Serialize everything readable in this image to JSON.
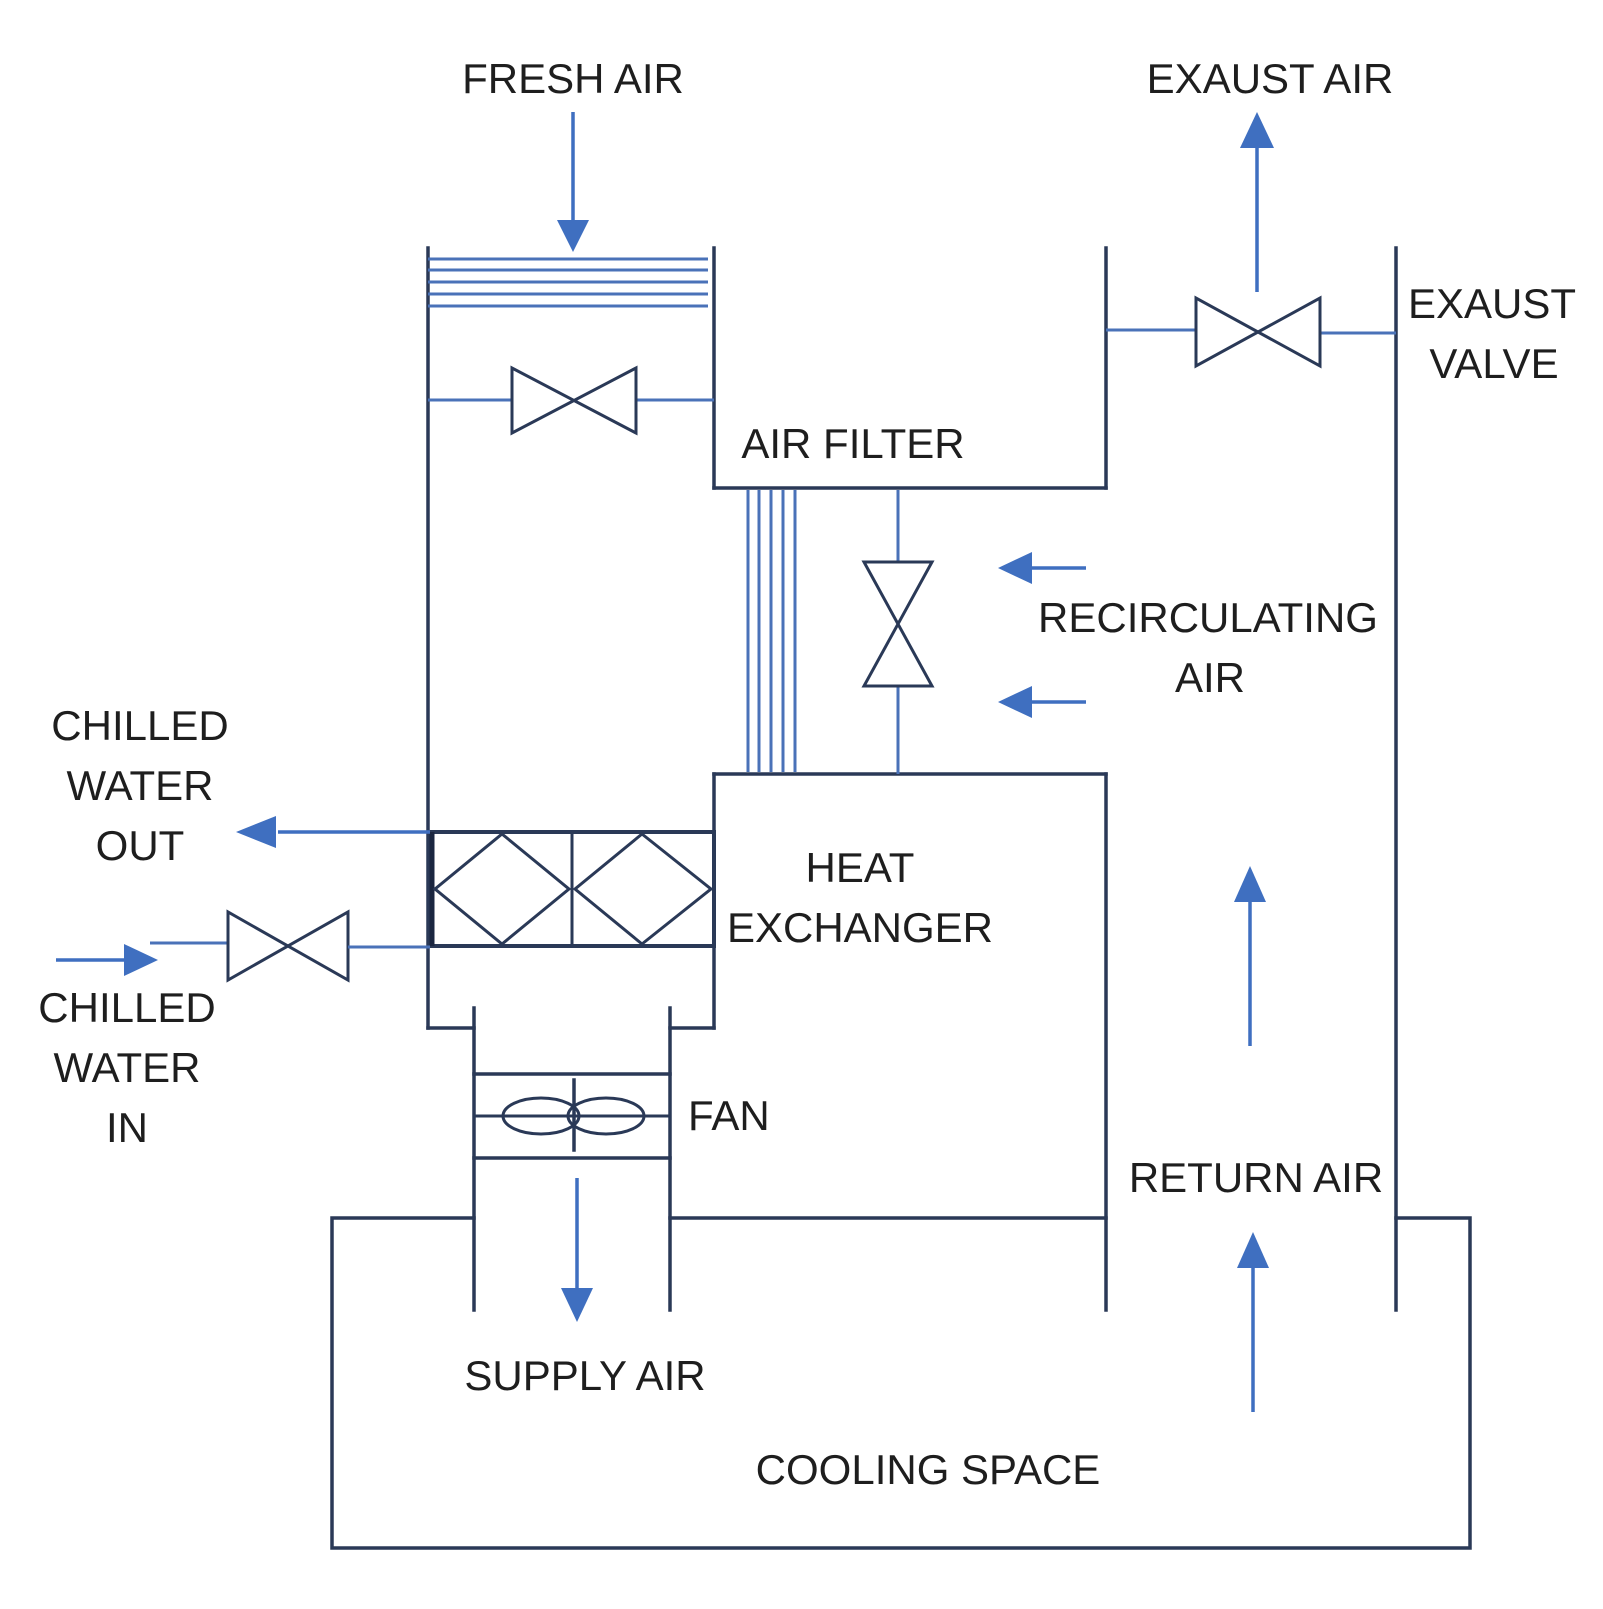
{
  "labels": {
    "fresh_air": "FRESH AIR",
    "exhaust_air": "EXAUST AIR",
    "exhaust_valve_line1": "EXAUST",
    "exhaust_valve_line2": "VALVE",
    "air_filter": "AIR FILTER",
    "recirculating_line1": "RECIRCULATING",
    "recirculating_line2": "AIR",
    "chilled_out_line1": "CHILLED",
    "chilled_out_line2": "WATER",
    "chilled_out_line3": "OUT",
    "heat_exchanger_line1": "HEAT",
    "heat_exchanger_line2": "EXCHANGER",
    "chilled_in_line1": "CHILLED",
    "chilled_in_line2": "WATER",
    "chilled_in_line3": "IN",
    "fan": "FAN",
    "return_air": "RETURN AIR",
    "supply_air": "SUPPLY AIR",
    "cooling_space": "COOLING SPACE"
  },
  "colors": {
    "duct_line": "#2a3957",
    "flow_arrow": "#3f6fc0",
    "connector": "#4a72b8"
  }
}
